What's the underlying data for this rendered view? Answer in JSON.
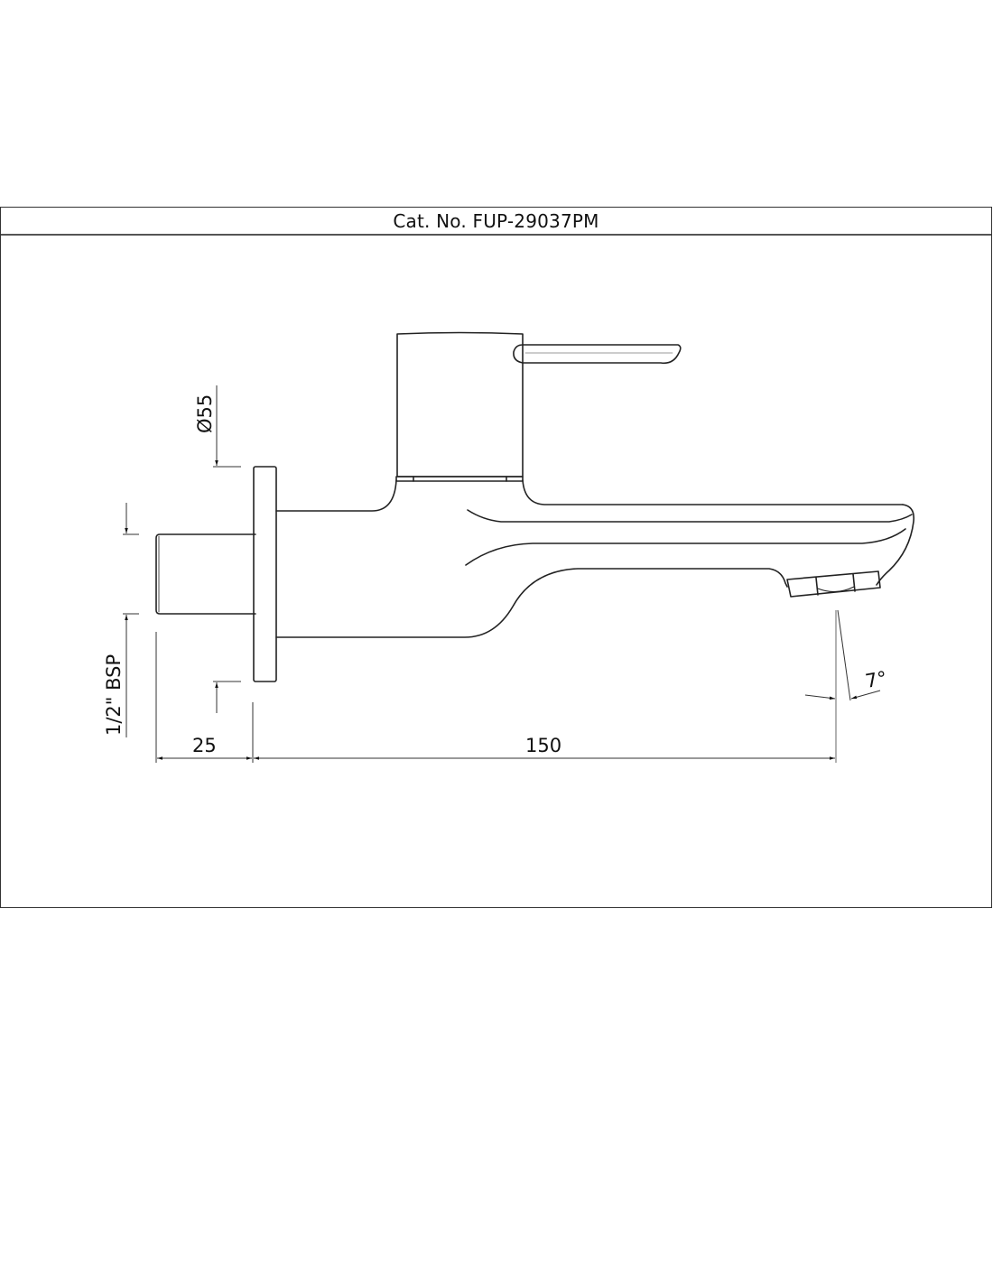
{
  "sheet": {
    "title": "Cat. No. FUP-29037PM"
  },
  "dimensions": {
    "flange_diameter": "Ø55",
    "inlet_thread": "1/2\" BSP",
    "inlet_length": "25",
    "spout_projection": "150",
    "spout_angle": "7°"
  },
  "colors": {
    "line": "#222222",
    "border": "#333333",
    "background": "#ffffff"
  }
}
